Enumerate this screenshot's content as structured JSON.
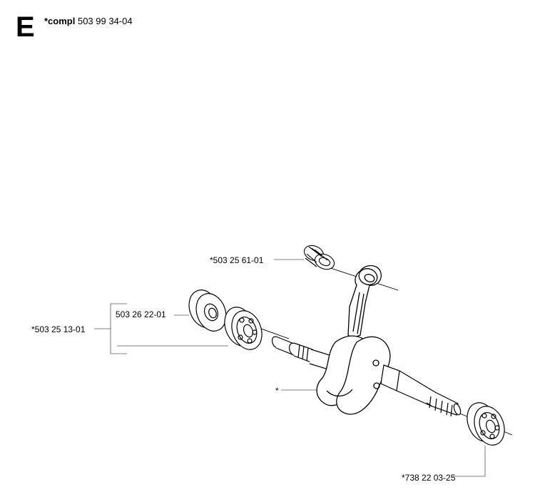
{
  "section": {
    "letter": "E"
  },
  "header": {
    "asterisk_label": "*compl",
    "part_number": "503 99 34-04"
  },
  "callouts": {
    "needle_bearing": "*503 25 61-01",
    "bearing_set": "*503 25 13-01",
    "seal": "503 26 22-01",
    "crankshaft": "*",
    "ball_bearing": "*738 22 03-25"
  }
}
